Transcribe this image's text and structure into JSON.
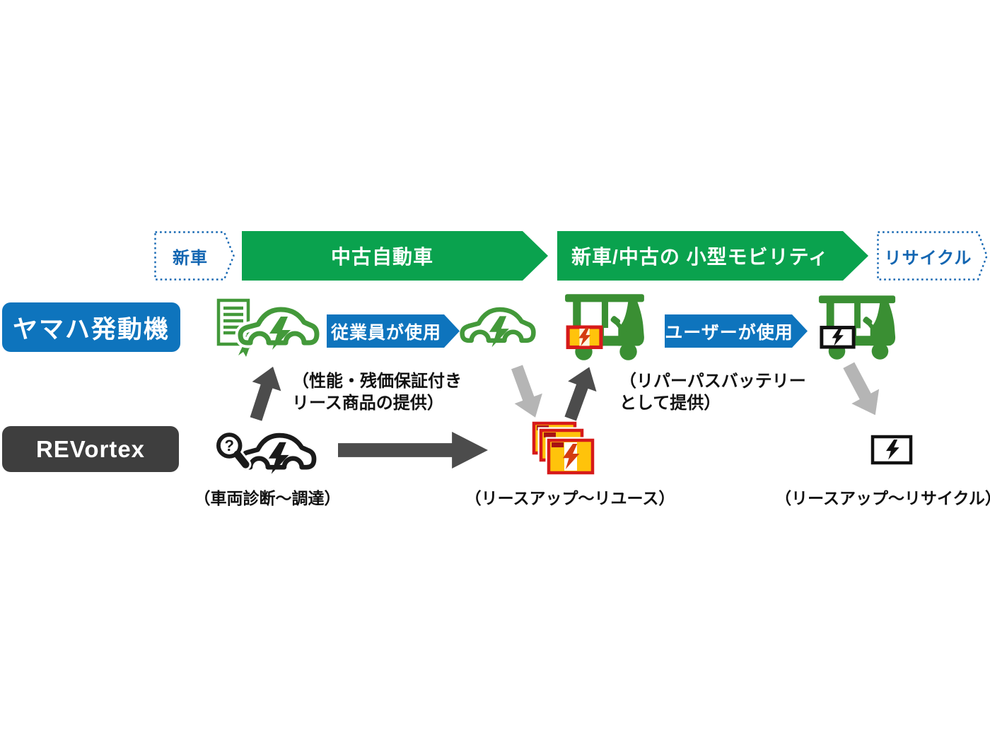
{
  "flow_stages": [
    {
      "label": "新車",
      "style": "dotted"
    },
    {
      "label": "中古自動車",
      "style": "solid"
    },
    {
      "label": "新車/中古の 小型モビリティ",
      "style": "solid"
    },
    {
      "label": "リサイクル",
      "style": "dotted"
    }
  ],
  "lanes": {
    "yamaha": {
      "label": "ヤマハ発動機"
    },
    "revortex": {
      "label": "REVortex"
    }
  },
  "usage_arrows": {
    "employee": "従業員が使用",
    "user": "ユーザーが使用"
  },
  "annotations": {
    "lease_line1": "（性能・残価保証付き",
    "lease_line2": "リース商品の提供）",
    "repurpose_line1": "（リパーパスバッテリー",
    "repurpose_line2": "として提供）"
  },
  "captions": {
    "diagnosis": "（車両診断～調達）",
    "reuse": "（リースアップ～リユース）",
    "recycle": "（リースアップ～リサイクル）"
  },
  "icons": {
    "certificate": "certificate-with-ribbon",
    "ev_car": "electric-car-outline-with-bolt",
    "golf_cart": "small-mobility-cart",
    "cart_battery_yellow": "installed-repurpose-battery",
    "cart_battery_white": "installed-recycle-battery",
    "battery_stack": "leased-up-battery-stack",
    "battery_outline": "battery-for-recycle",
    "magnifier": "vehicle-diagnosis-magnifier"
  },
  "colors": {
    "blue": "#0e74bd",
    "blue_text": "#1366b2",
    "stage_green": "#0aa24e",
    "car_green": "#43993a",
    "cart_green": "#3a8f33",
    "dark_box": "#3e3e3e",
    "dark_arrow": "#4c4c4c",
    "light_arrow": "#b5b5b5",
    "battery_yellow": "#ffc30b",
    "battery_red": "#d61a1a",
    "bolt_red": "#d43c10",
    "black": "#1a1a1a"
  }
}
